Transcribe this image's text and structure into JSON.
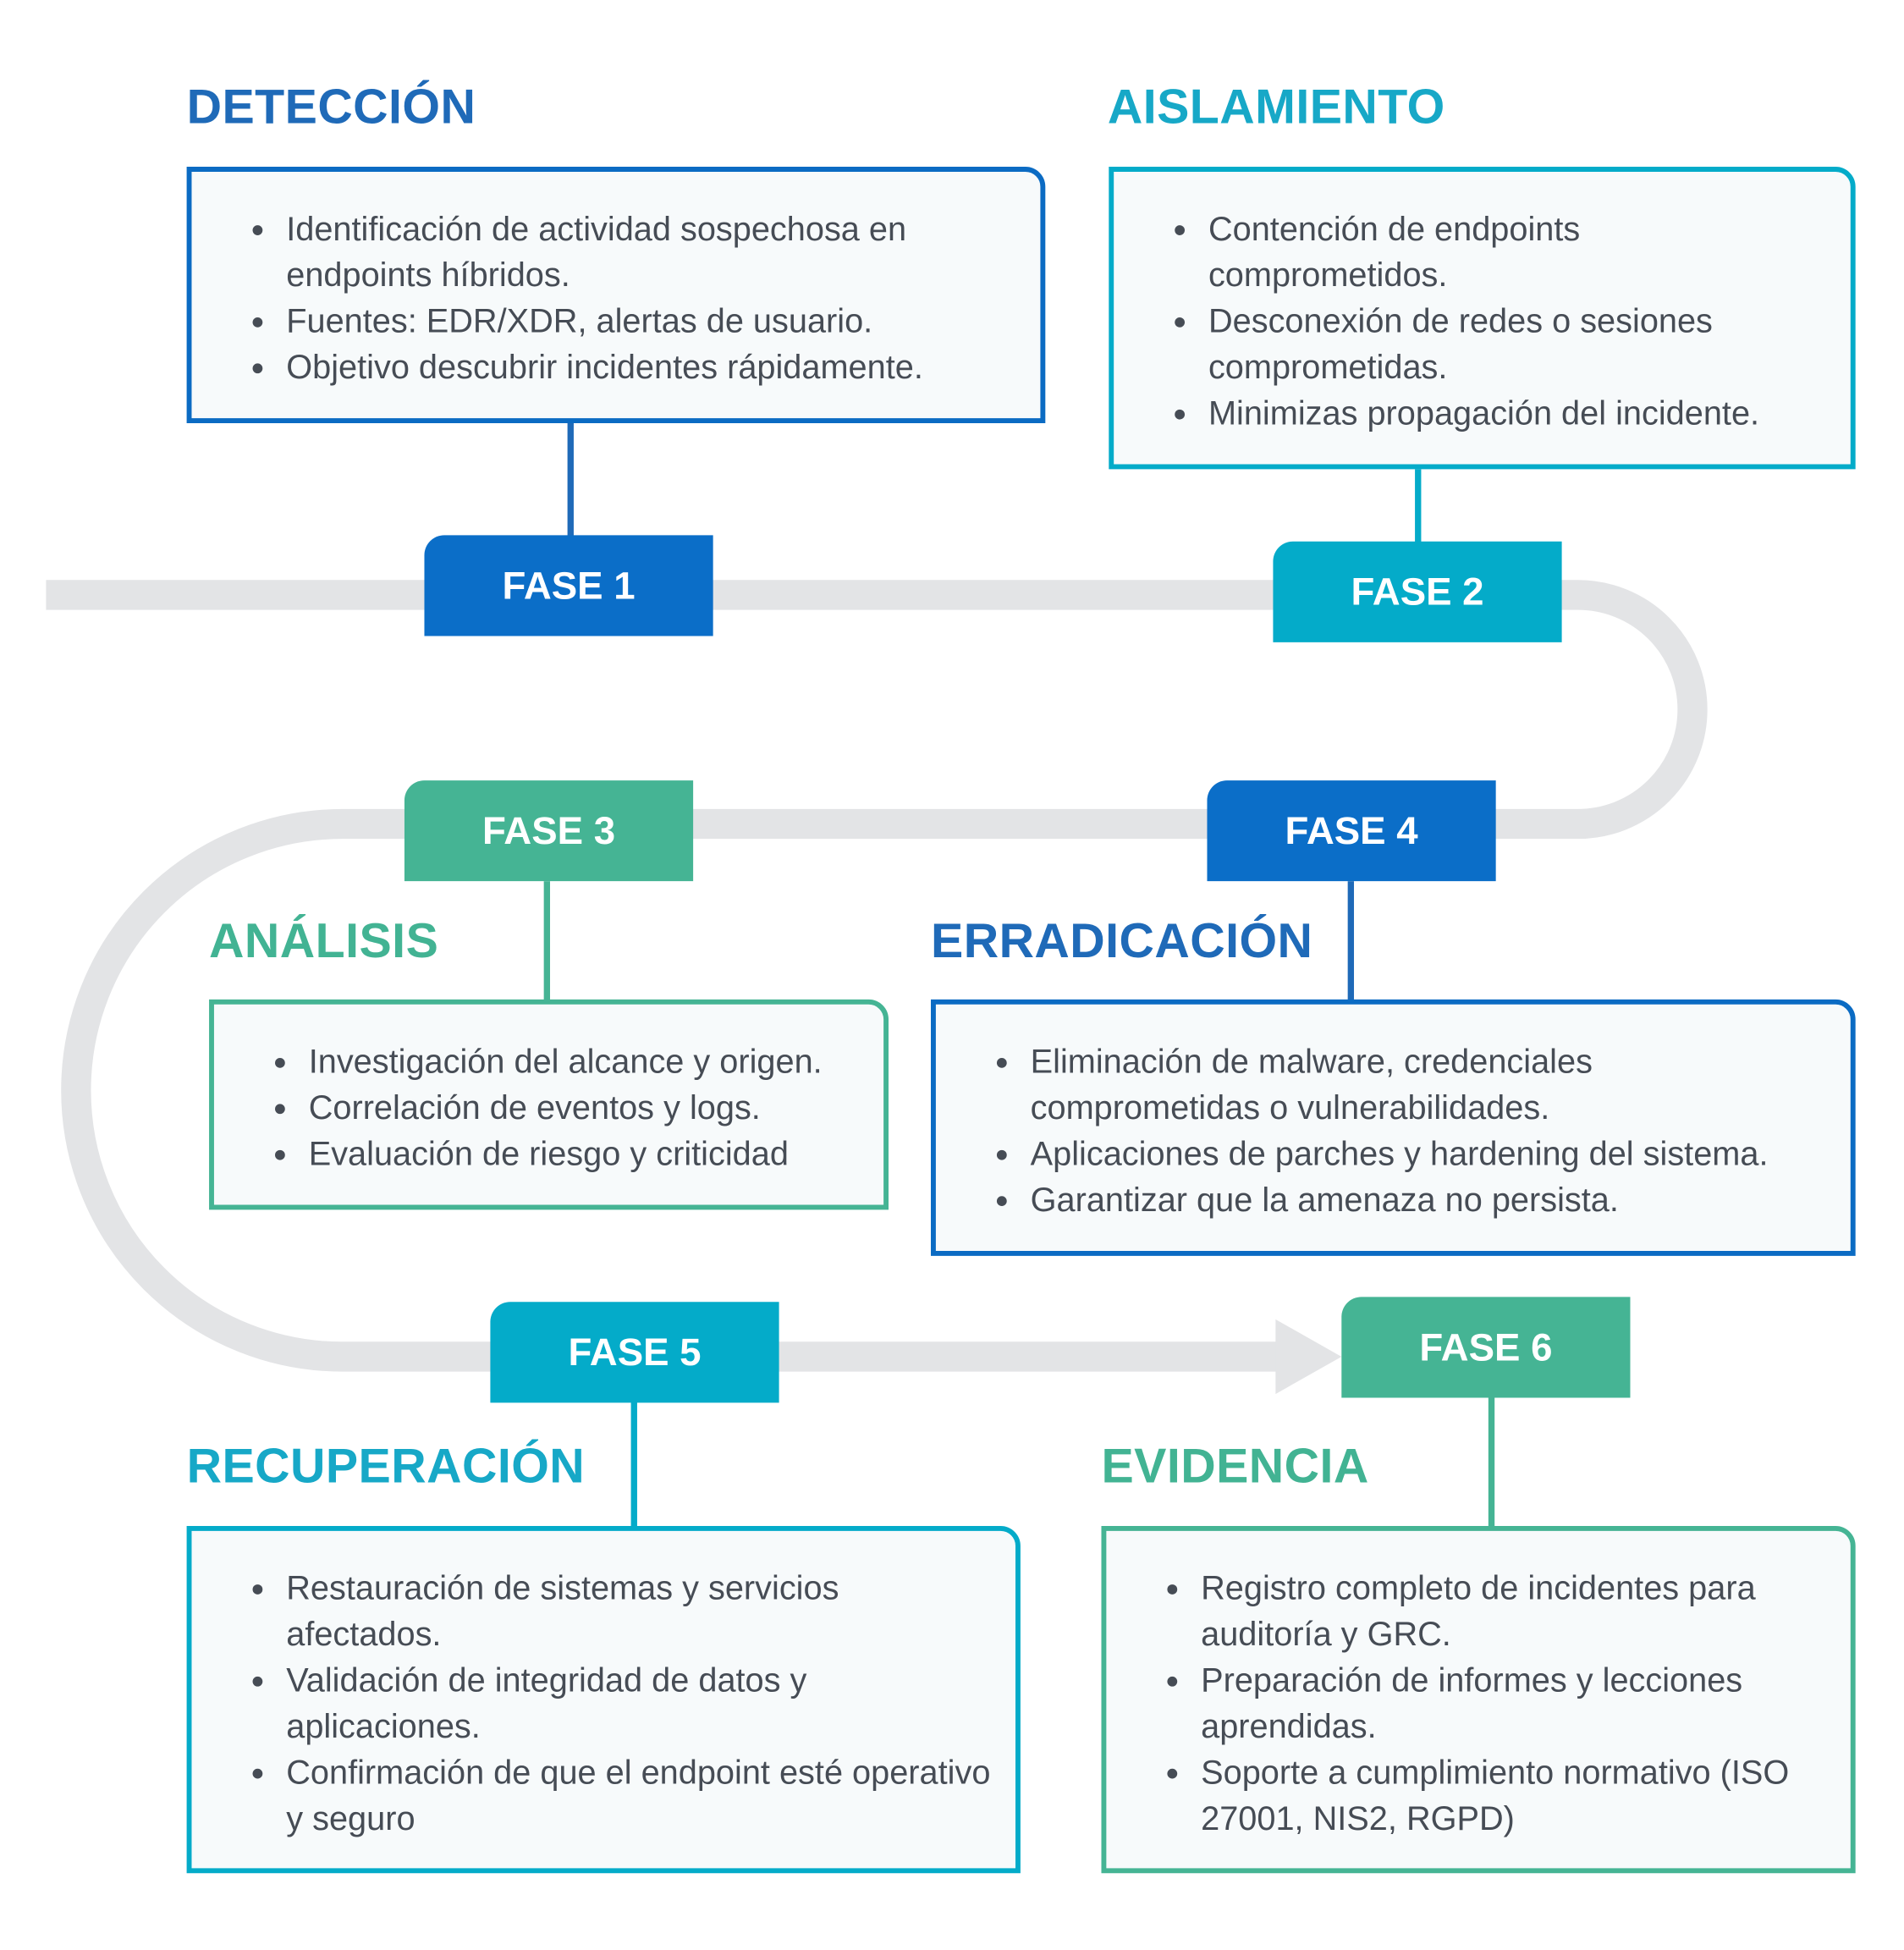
{
  "colors": {
    "blue": "#0b6bc3",
    "cyan": "#04abc9",
    "green": "#45b494",
    "track": "#e3e4e6",
    "text": "#464c55"
  },
  "phases": [
    {
      "badge": "FASE 1",
      "title": "DETECCIÓN",
      "items": [
        "Identificación de actividad sospechosa en endpoints híbridos.",
        "Fuentes: EDR/XDR, alertas de usuario.",
        "Objetivo descubrir incidentes rápidamente."
      ]
    },
    {
      "badge": "FASE 2",
      "title": "AISLAMIENTO",
      "items": [
        "Contención de endpoints comprometidos.",
        "Desconexión de redes o sesiones comprometidas.",
        "Minimizas propagación del incidente."
      ]
    },
    {
      "badge": "FASE 3",
      "title": "ANÁLISIS",
      "items": [
        "Investigación del alcance y origen.",
        "Correlación de eventos y logs.",
        "Evaluación de riesgo y criticidad"
      ]
    },
    {
      "badge": "FASE 4",
      "title": "ERRADICACIÓN",
      "items": [
        "Eliminación de malware, credenciales comprometidas o vulnerabilidades.",
        "Aplicaciones de parches y hardening del sistema.",
        "Garantizar que la amenaza no persista."
      ]
    },
    {
      "badge": "FASE 5",
      "title": "RECUPERACIÓN",
      "items": [
        "Restauración de sistemas y servicios afectados.",
        "Validación de integridad de datos y aplicaciones.",
        "Confirmación de que el endpoint esté operativo y seguro"
      ]
    },
    {
      "badge": "FASE 6",
      "title": "EVIDENCIA",
      "items": [
        "Registro completo de incidentes para auditoría y GRC.",
        "Preparación de informes y lecciones aprendidas.",
        "Soporte a cumplimiento normativo (ISO 27001, NIS2, RGPD)"
      ]
    }
  ]
}
